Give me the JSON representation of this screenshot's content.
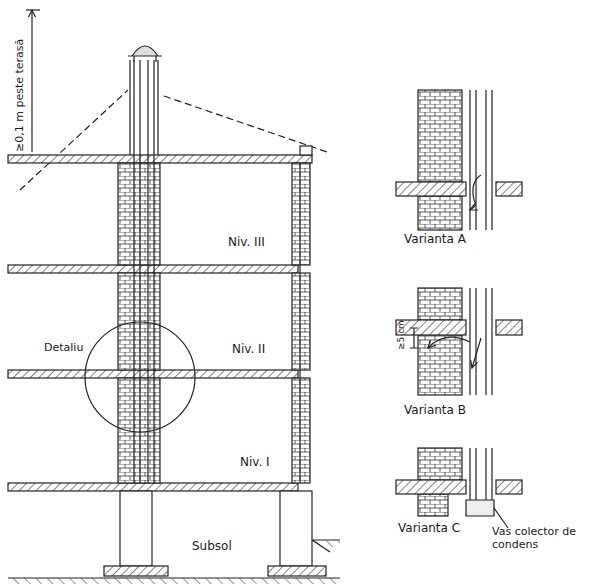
{
  "diagram": {
    "labels": [
      "≥0,1 m peste terasă",
      "Niv. III",
      "Niv. II",
      "Detaliu",
      "Niv. I",
      "Subsol",
      "Varianta A",
      "≥5 cm",
      "Varianta B",
      "Varianta C",
      "Vas colector de condens"
    ]
  }
}
